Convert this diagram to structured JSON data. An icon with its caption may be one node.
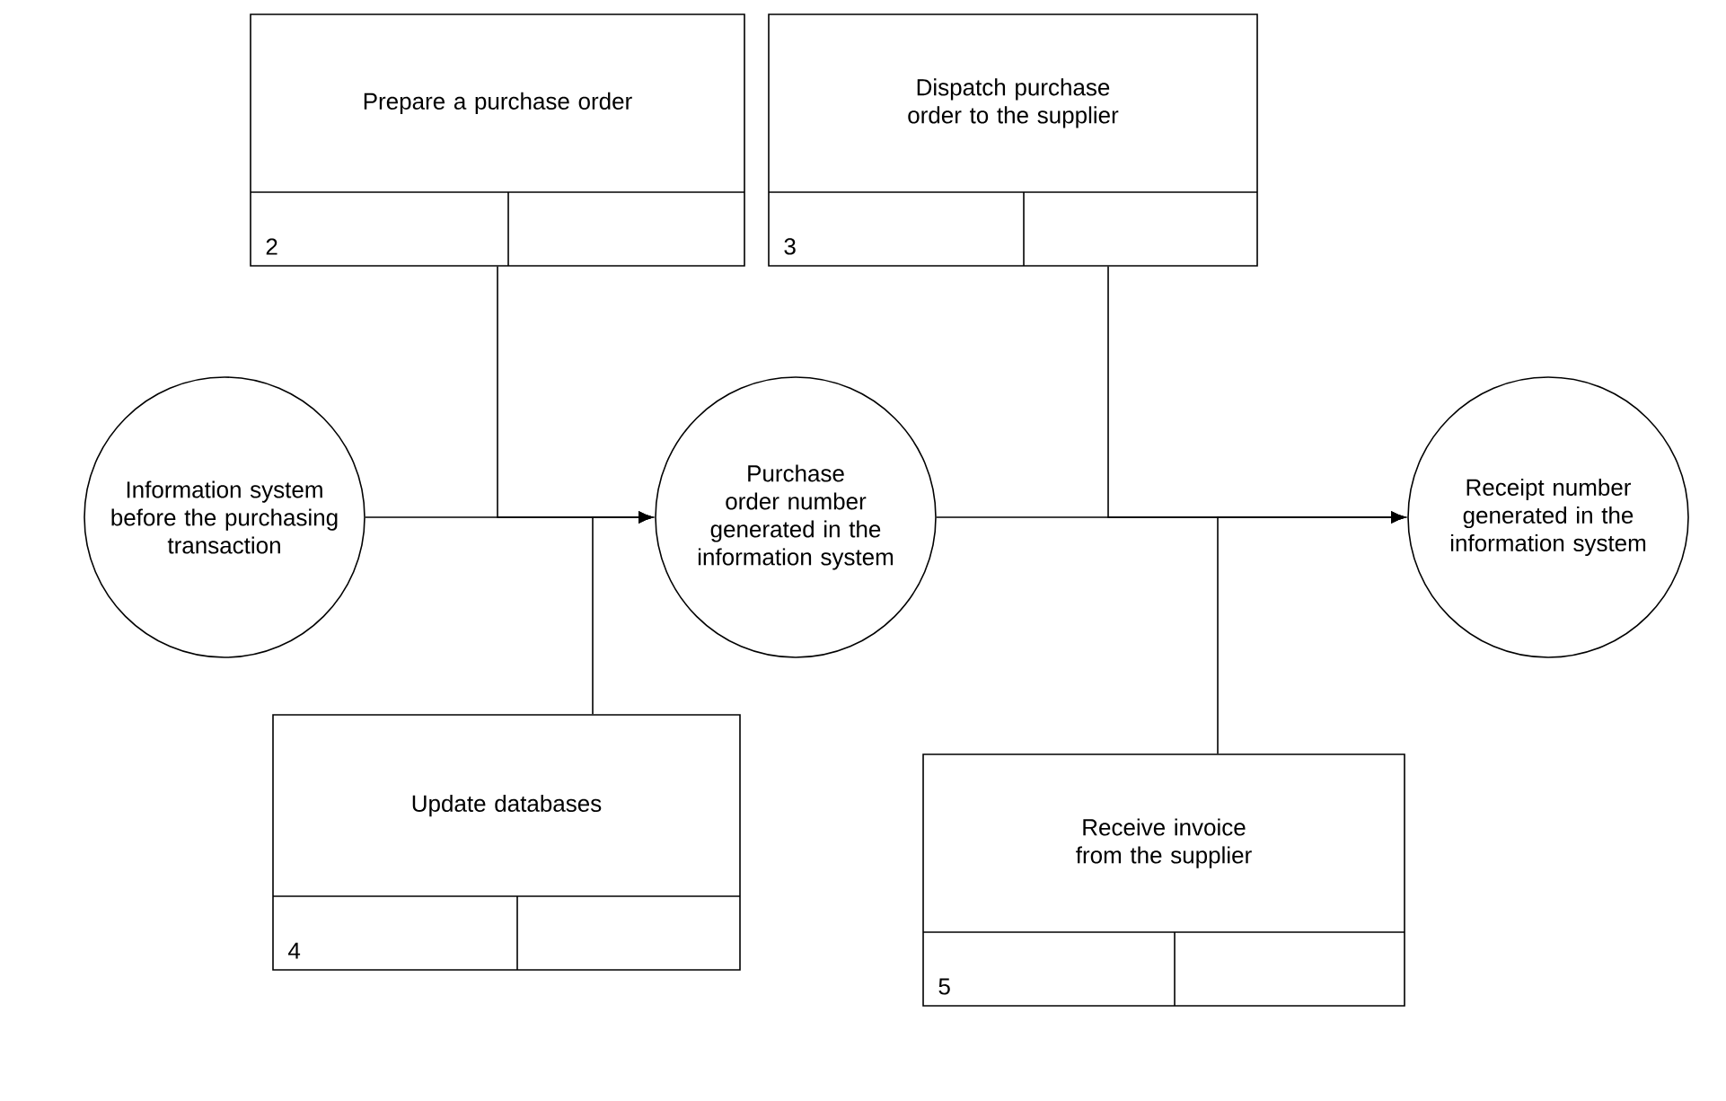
{
  "diagram": {
    "nodes": [
      {
        "text": [
          "Information system before the purchasing transaction"
        ]
      },
      {
        "text": [
          "Prepare a purchase order",
          "2"
        ]
      },
      {
        "text": [
          "Purchase order number generated in the information system"
        ]
      },
      {
        "text": [
          "Dispatch purchase order to the supplier",
          "3"
        ]
      },
      {
        "text": [
          "Update databases",
          "4"
        ]
      },
      {
        "text": [
          "Receive invoice from the supplier",
          "5"
        ]
      },
      {
        "text": [
          "Receipt number generated in the information system"
        ]
      }
    ],
    "edges": [
      {
        "from": 0,
        "to": 2,
        "arrow": "to"
      },
      {
        "from": 1,
        "to": 2,
        "arrow": "to"
      },
      {
        "from": 4,
        "to": 2,
        "arrow": "to"
      },
      {
        "from": 2,
        "to": 6,
        "arrow": "to"
      },
      {
        "from": 3,
        "to": 6,
        "arrow": "to"
      },
      {
        "from": 5,
        "to": 6,
        "arrow": "to"
      }
    ]
  }
}
